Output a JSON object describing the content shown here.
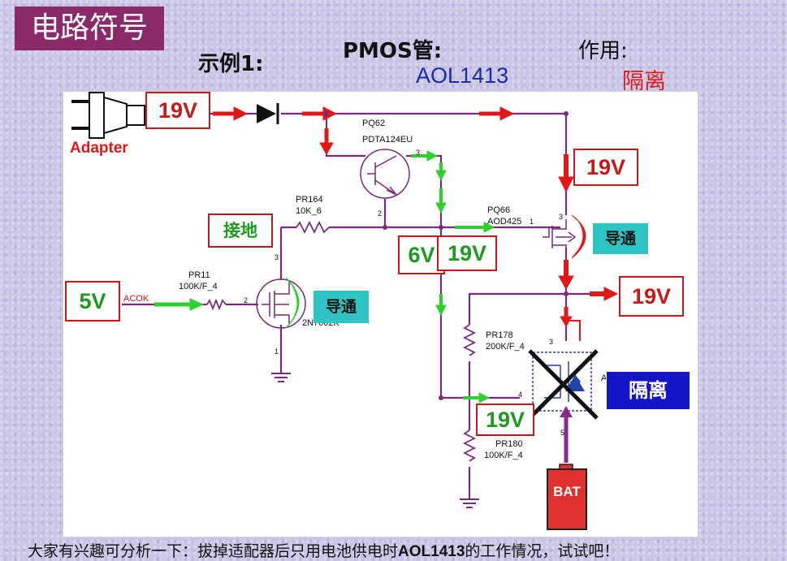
{
  "title": "电路符号",
  "header": {
    "example": "示例1:",
    "pmos_label": "PMOS管:",
    "pmos_part": "AOL1413",
    "role_label": "作用:",
    "role_value": "隔离"
  },
  "diagram": {
    "adapter_label": "Adapter",
    "voltages": {
      "adapter_in": "19V",
      "rail_right": "19V",
      "rail_out": "19V",
      "gate_mid": "19V",
      "gate_low": "6V",
      "gate_bottom": "19V",
      "acok": "5V"
    },
    "ground_note": "接地",
    "on_tag_1": "导通",
    "on_tag_2": "导通",
    "isolate_tag": "隔离",
    "battery": "BAT",
    "components": {
      "pq62_ref": "PQ62",
      "pq62_part": "PDTA124EU",
      "pr164_ref": "PR164",
      "pr164_val": "10K_6",
      "pq66_ref": "PQ66",
      "pq66_part": "AOD425",
      "pr11_ref": "PR11",
      "pr11_val": "100K/F_4",
      "acok_net": "ACOK",
      "nmos_part": "2N7002K",
      "pr178_ref": "PR178",
      "pr178_val": "200K/F_4",
      "pr180_ref": "PR180",
      "pr180_val": "100K/F_4",
      "aol_ref": "A"
    },
    "pins": {
      "pq62_3": "3",
      "pq62_2": "2",
      "pq66_1": "1",
      "pq66_3": "3",
      "nmos_2": "2",
      "nmos_3": "3",
      "nmos_1": "1",
      "aol_4": "4",
      "aol_3": "3",
      "aol_5": "5"
    }
  },
  "note": {
    "prefix": "大家有兴趣可分析一下：拔掉适配器后只用电池供电时",
    "part": "AOL1413",
    "suffix": "的工作情况，试试吧！"
  },
  "colors": {
    "title_bg": "#8b2a6b",
    "wire": "#7a2a7a",
    "red_arrow": "#e01818",
    "green_arrow": "#2fcf2f",
    "blue_text": "#1a2aa8",
    "isolate_bg": "#1414c8",
    "on_tag_bg": "#2ec4c4"
  }
}
